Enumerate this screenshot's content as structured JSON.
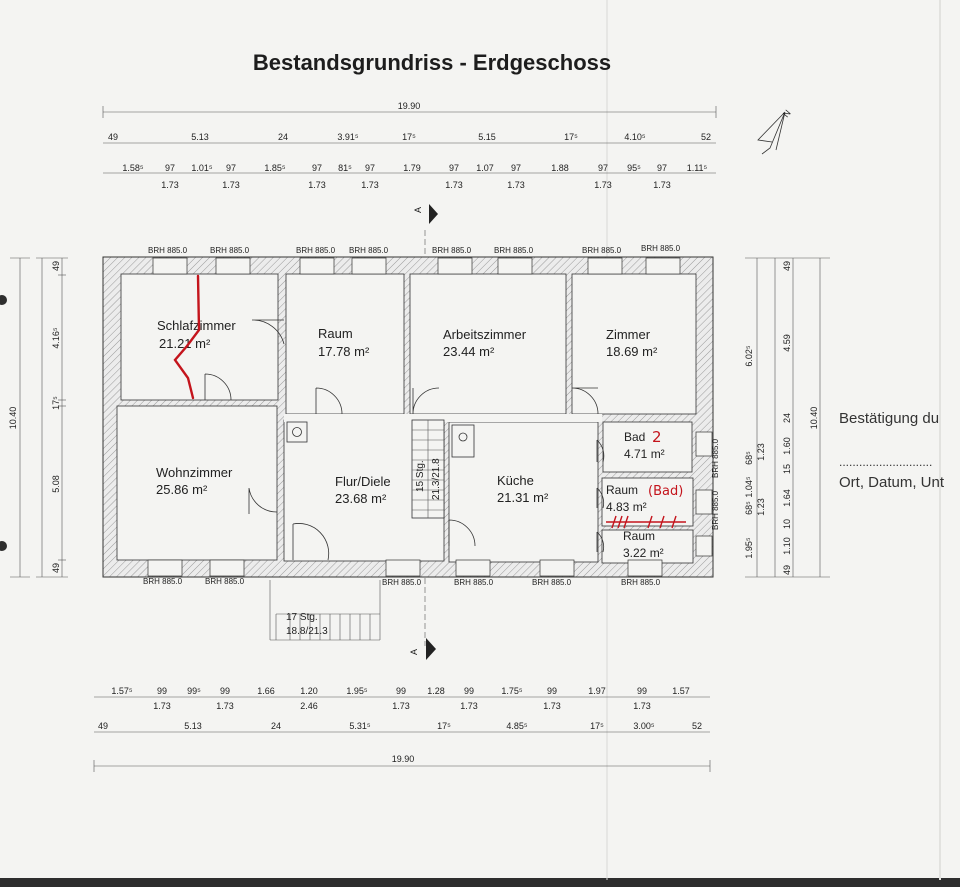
{
  "title": "Bestandsgrundriss - Erdgeschoss",
  "overall_width": "19.90",
  "top_dims_row1": [
    "49",
    "5.13",
    "24",
    "3.91⁵",
    "17⁵",
    "5.15",
    "17⁵",
    "4.10⁵",
    "52"
  ],
  "top_dims_row2_upper": [
    "1.58⁵",
    "97",
    "1.01⁵",
    "97",
    "1.85⁵",
    "97",
    "81⁵",
    "97",
    "1.79",
    "97",
    "1.07",
    "97",
    "1.88",
    "97",
    "95⁵",
    "97",
    "1.11⁵"
  ],
  "top_dims_row2_lower": [
    "1.73",
    "1.73",
    "1.73",
    "1.73",
    "1.73",
    "1.73",
    "1.73",
    "1.73"
  ],
  "bottom_dims_row1_upper": [
    "1.57⁵",
    "99",
    "99⁵",
    "99",
    "1.66",
    "1.20",
    "1.95⁵",
    "99",
    "1.28",
    "99",
    "1.75⁵",
    "99",
    "1.97",
    "99",
    "1.57"
  ],
  "bottom_dims_row1_lower": [
    "1.73",
    "1.73",
    "2.46",
    "1.73",
    "1.73",
    "1.73",
    "1.73"
  ],
  "bottom_dims_row2": [
    "49",
    "5.13",
    "24",
    "5.31⁵",
    "17⁵",
    "4.85⁵",
    "17⁵",
    "3.00⁵",
    "52"
  ],
  "left_dims": [
    "49",
    "4.16⁵",
    "17⁵",
    "5.08",
    "49"
  ],
  "left_total": "10.40",
  "right_dims_a": [
    "49",
    "4.59",
    "24",
    "1.60",
    "15",
    "1.64",
    "10",
    "1.10",
    "49"
  ],
  "right_dims_b": [
    "6.02⁵",
    "1.23",
    "68⁵",
    "1.04⁵",
    "68⁵",
    "1.23",
    "1.95⁵"
  ],
  "right_total": "10.40",
  "section_marker": "A",
  "brh_label": "BRH 885.0",
  "rooms": [
    {
      "name": "Schlafzimmer",
      "area": "21.21 m²"
    },
    {
      "name": "Raum",
      "area": "17.78 m²"
    },
    {
      "name": "Arbeitszimmer",
      "area": "23.44 m²"
    },
    {
      "name": "Zimmer",
      "area": "18.69 m²"
    },
    {
      "name": "Wohnzimmer",
      "area": "25.86 m²"
    },
    {
      "name": "Flur/Diele",
      "area": "23.68 m²"
    },
    {
      "name": "Küche",
      "area": "21.31 m²"
    },
    {
      "name": "Bad",
      "area": "4.71 m²"
    },
    {
      "name": "Raum",
      "area": "4.83 m²"
    },
    {
      "name": "Raum",
      "area": "3.22 m²"
    }
  ],
  "handwritten": {
    "bad_number": "2",
    "raum_note": "(Bad)"
  },
  "stairs": {
    "inner_count": "15 Stg.",
    "inner_ratio": "21.3/21.8",
    "outer_count": "17 Stg.",
    "outer_ratio": "18.8/21.3"
  },
  "side_text": {
    "confirm": "Bestätigung du",
    "dots": "............................",
    "place_date": "Ort, Datum, Unt"
  },
  "north_label": "N",
  "colors": {
    "paper": "#f4f4f2",
    "ink": "#222222",
    "handwriting": "#c4141c"
  }
}
